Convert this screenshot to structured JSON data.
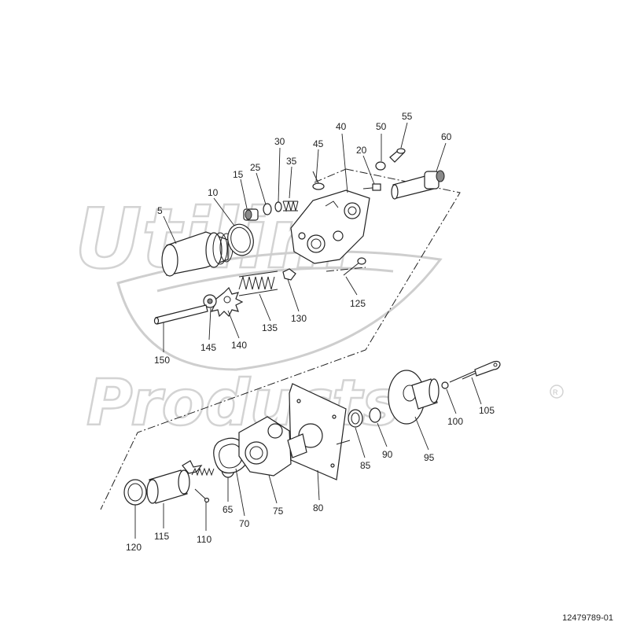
{
  "diagram": {
    "document_number": "12479789-01",
    "watermark_text": "Utilimaster RV Products",
    "callouts": [
      "5",
      "10",
      "15",
      "25",
      "30",
      "35",
      "45",
      "40",
      "50",
      "55",
      "20",
      "60",
      "125",
      "130",
      "135",
      "140",
      "145",
      "150",
      "85",
      "90",
      "95",
      "100",
      "105",
      "120",
      "115",
      "110",
      "65",
      "70",
      "75",
      "80"
    ]
  }
}
